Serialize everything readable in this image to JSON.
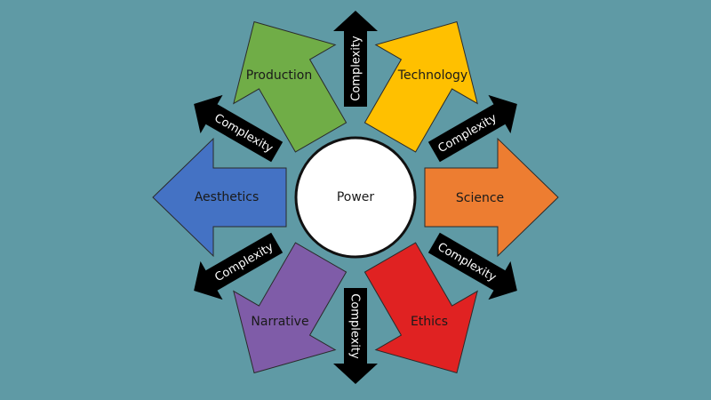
{
  "diagram": {
    "center": {
      "label": "Power"
    },
    "domains": [
      {
        "label": "Science",
        "color": "#ed7d31"
      },
      {
        "label": "Technology",
        "color": "#ffc000"
      },
      {
        "label": "Production",
        "color": "#70ad47"
      },
      {
        "label": "Aesthetics",
        "color": "#4472c4"
      },
      {
        "label": "Narrative",
        "color": "#7f5ca8"
      },
      {
        "label": "Ethics",
        "color": "#e02222"
      }
    ],
    "connector_label": "Complexity",
    "background": "#5f9aa5"
  }
}
